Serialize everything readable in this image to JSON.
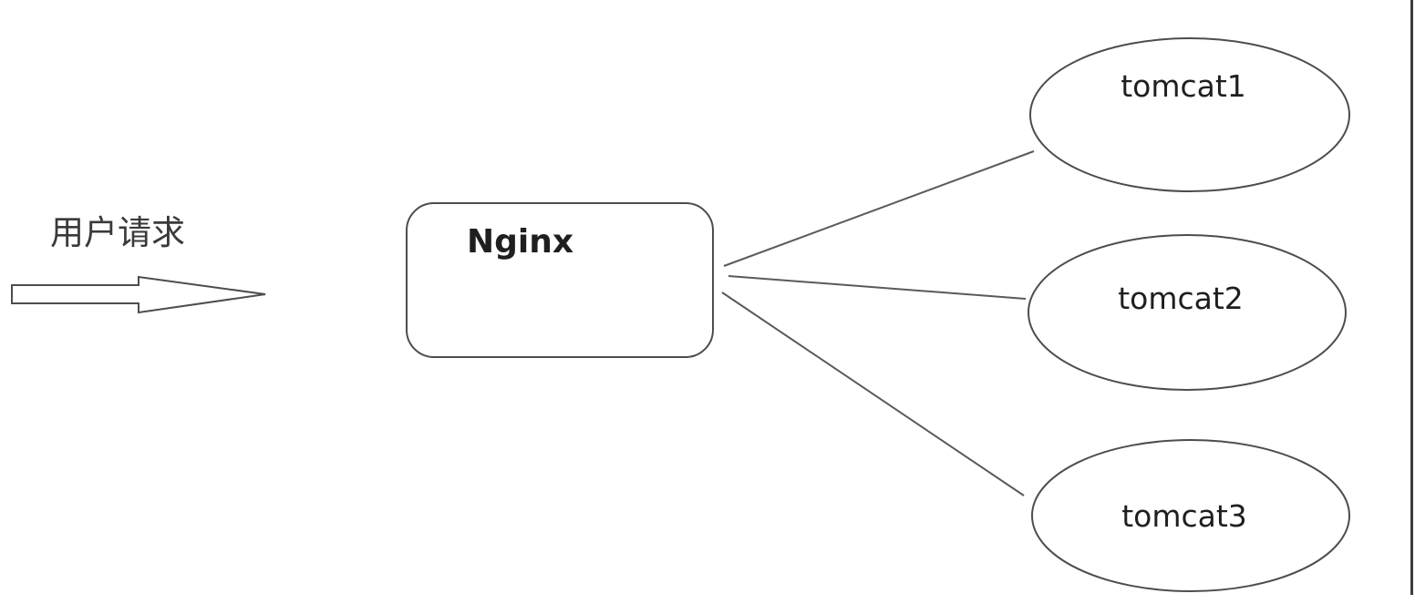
{
  "diagram": {
    "title_implied": "Nginx load balancing diagram",
    "source_label": "用户请求",
    "nginx_label": "Nginx",
    "servers": [
      {
        "label": "tomcat1"
      },
      {
        "label": "tomcat2"
      },
      {
        "label": "tomcat3"
      }
    ],
    "colors": {
      "background": "#ffffff",
      "shape_stroke": "#4d4d4d",
      "connector_stroke": "#5a5a5a",
      "text": "#1f1f1f",
      "source_text": "#3a3a3a",
      "screen_border": "#3d3d3d"
    }
  }
}
